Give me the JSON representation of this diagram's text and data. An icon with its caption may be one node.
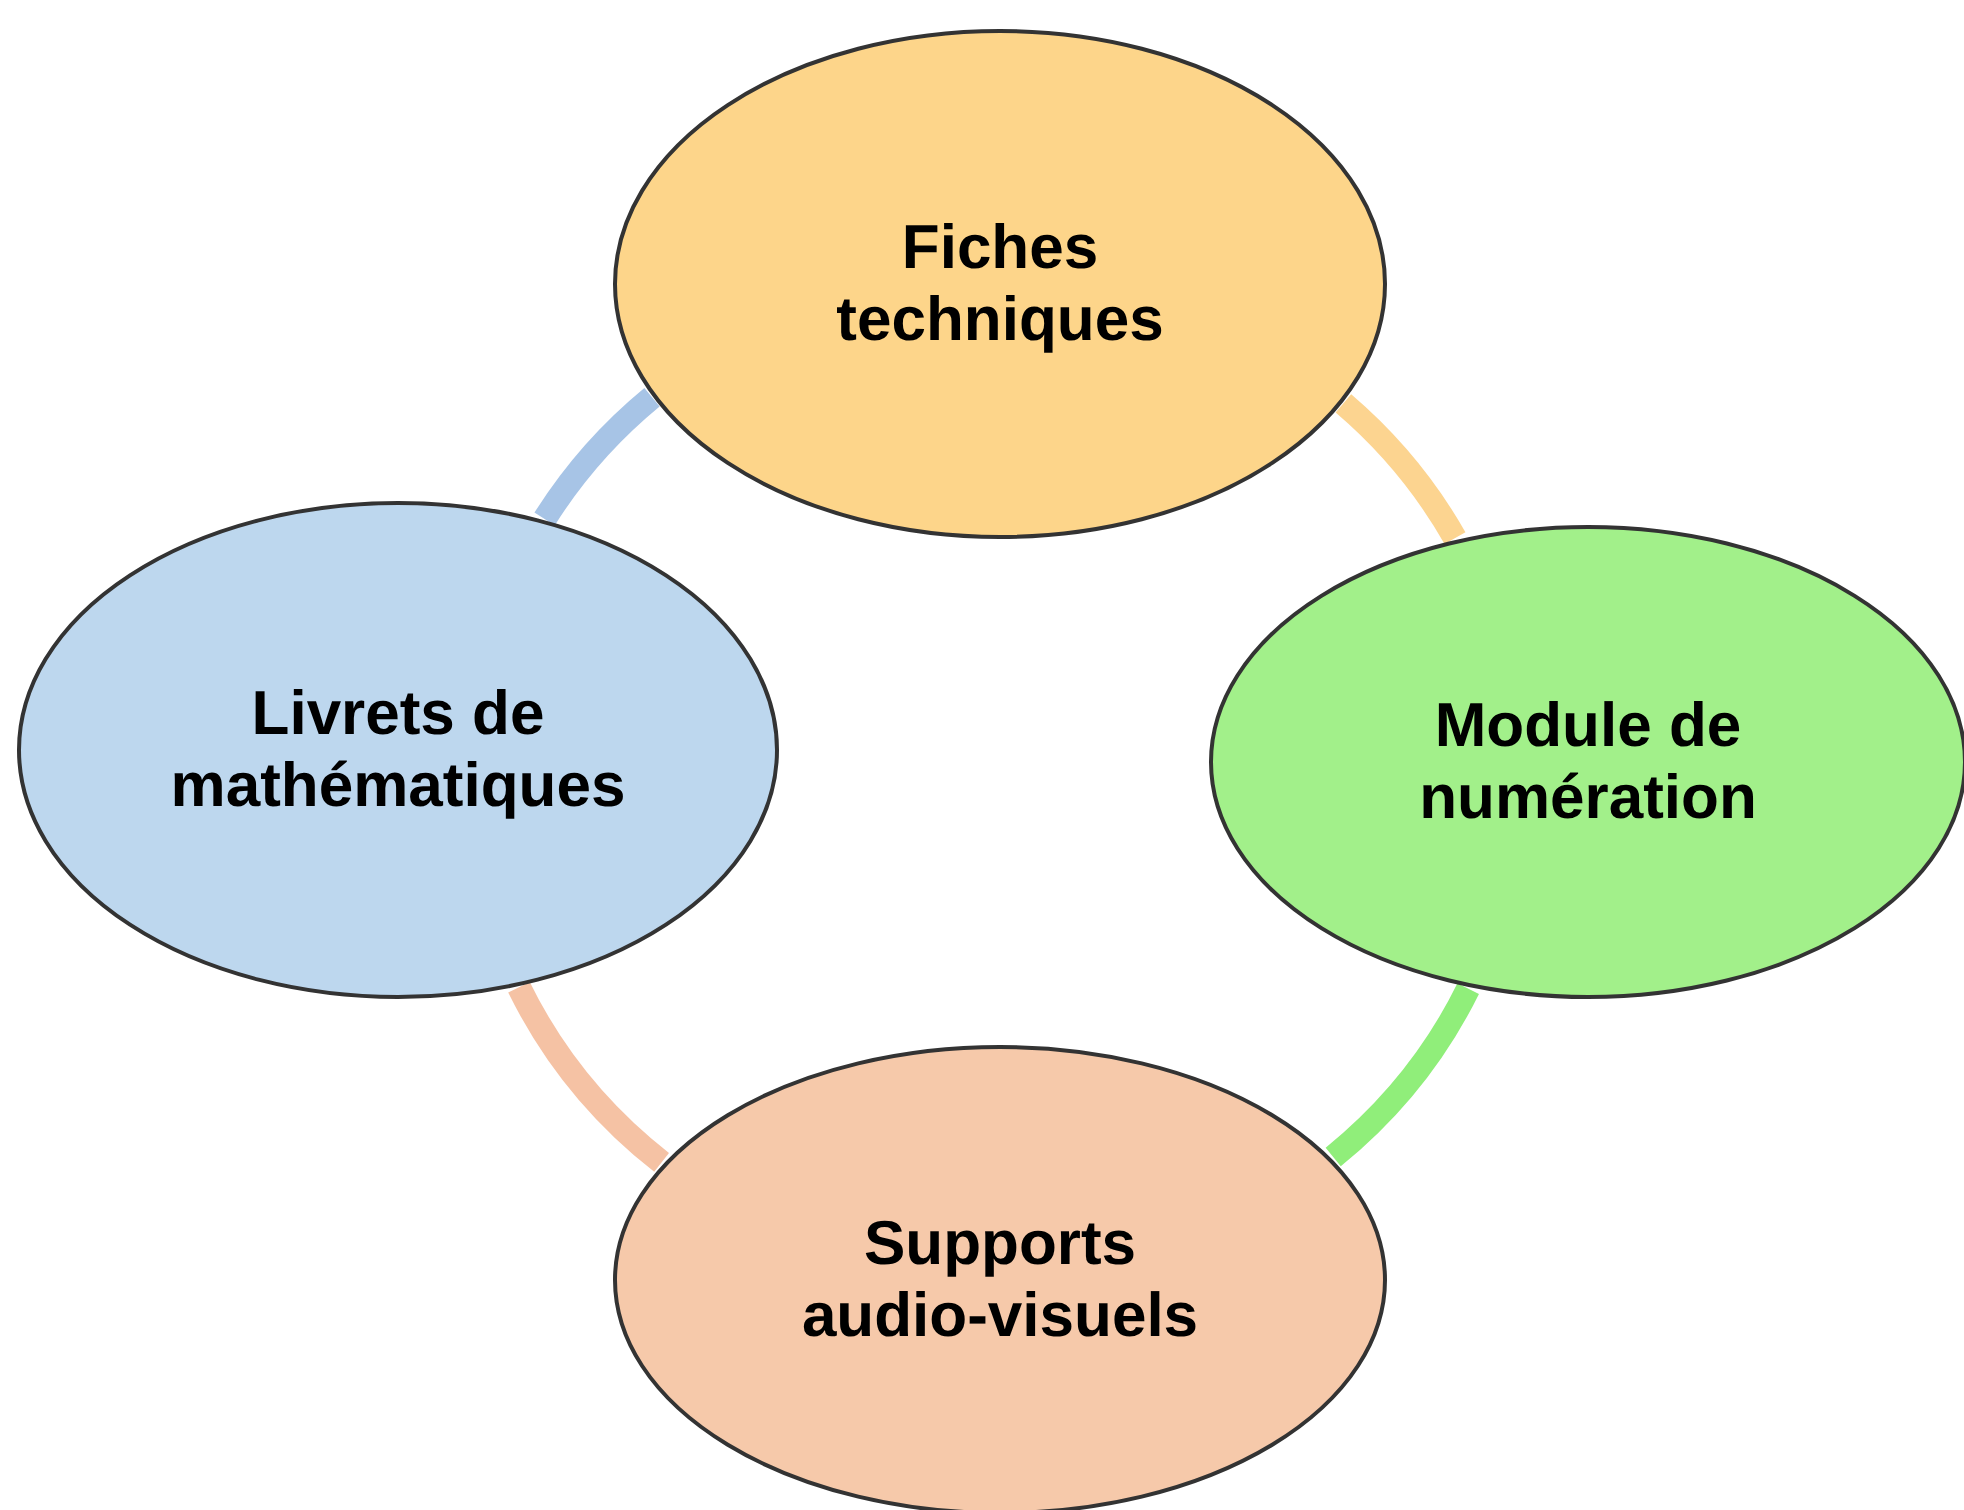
{
  "diagram": {
    "nodes": [
      {
        "text": [
          "Fiches techniques"
        ]
      },
      {
        "text": [
          "Module de numération"
        ]
      },
      {
        "text": [
          "Supports audio-visuels"
        ]
      },
      {
        "text": [
          "Livrets de mathématiques"
        ]
      }
    ],
    "edges": [
      {
        "from": 0,
        "to": 1,
        "arrow": "none",
        "color": "#fcd490"
      },
      {
        "from": 1,
        "to": 2,
        "arrow": "none",
        "color": "#90ee7a"
      },
      {
        "from": 2,
        "to": 3,
        "arrow": "none",
        "color": "#f5c2a4"
      },
      {
        "from": 3,
        "to": 0,
        "arrow": "none",
        "color": "#a7c4e6"
      }
    ]
  }
}
